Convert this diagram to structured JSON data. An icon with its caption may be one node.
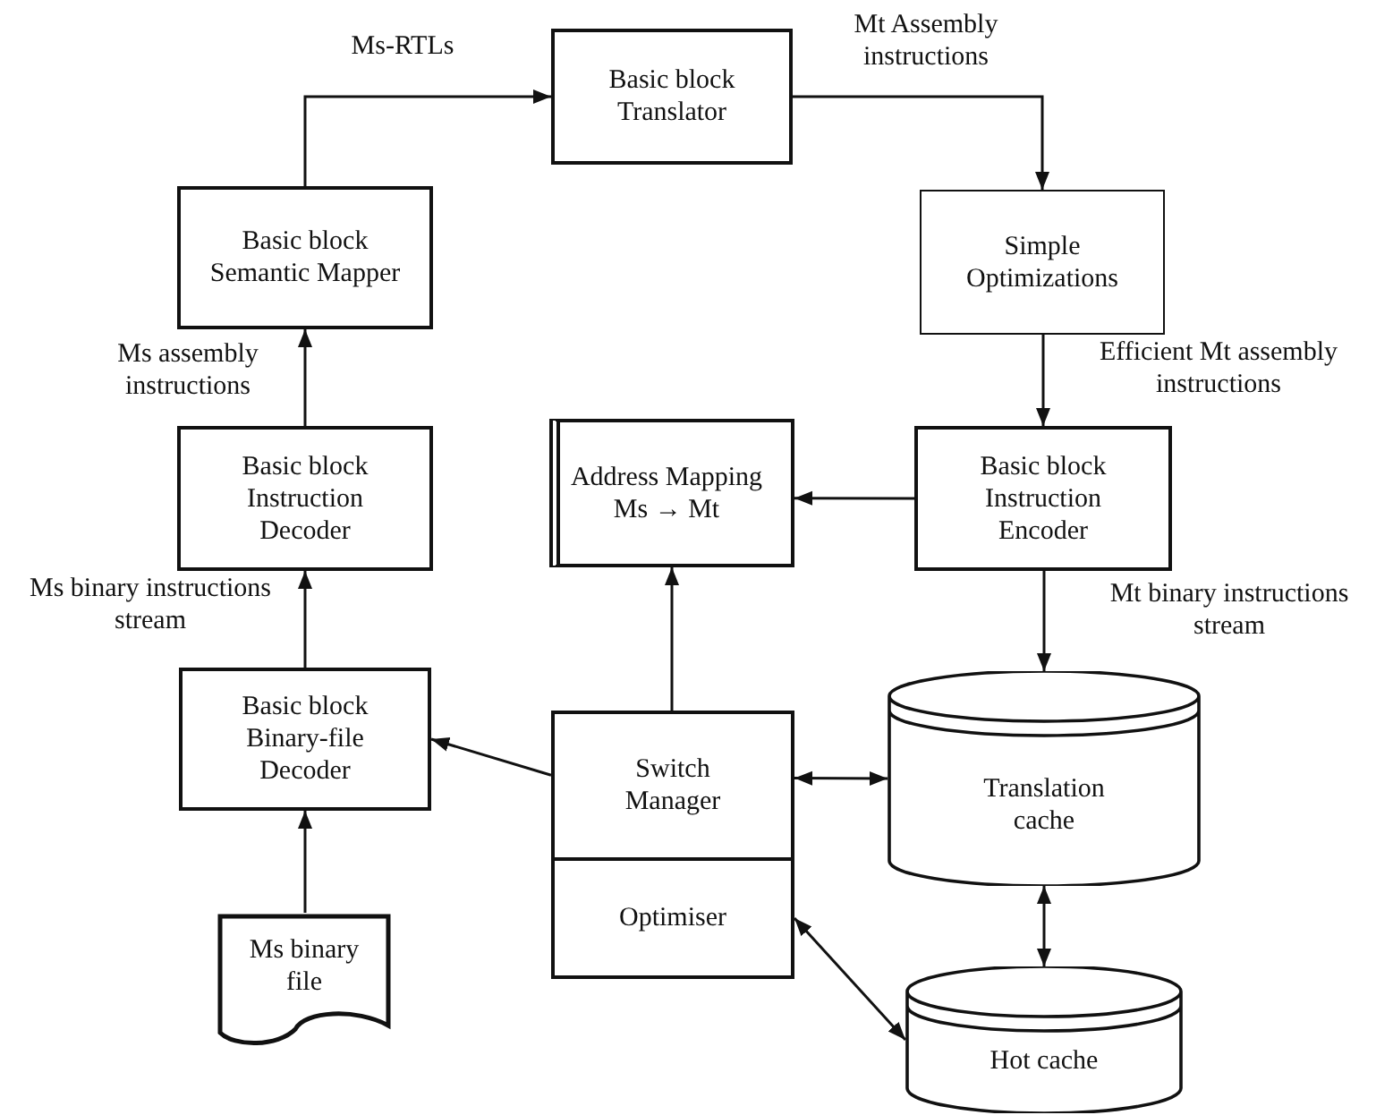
{
  "diagram": {
    "nodes": [
      {
        "text": [
          "Basic block Translator"
        ]
      },
      {
        "text": [
          "Basic block Semantic Mapper"
        ]
      },
      {
        "text": [
          "Simple Optimizations"
        ]
      },
      {
        "text": [
          "Basic block Instruction Decoder"
        ]
      },
      {
        "text": [
          "Address Mapping Ms → Mt"
        ]
      },
      {
        "text": [
          "Basic block Instruction Encoder"
        ]
      },
      {
        "text": [
          "Basic block Binary-file Decoder"
        ]
      },
      {
        "text": [
          "Switch Manager"
        ]
      },
      {
        "text": [
          "Translation cache"
        ]
      },
      {
        "text": [
          "Optimiser"
        ]
      },
      {
        "text": [
          "Hot cache"
        ]
      },
      {
        "text": [
          "Ms binary file"
        ]
      }
    ],
    "edges": [
      {
        "from": 1,
        "to": 0,
        "arrow": "to",
        "label": "Ms-RTLs"
      },
      {
        "from": 0,
        "to": 2,
        "arrow": "to",
        "label": "Mt Assembly instructions"
      },
      {
        "from": 3,
        "to": 1,
        "arrow": "to",
        "label": "Ms assembly instructions"
      },
      {
        "from": 6,
        "to": 3,
        "arrow": "to",
        "label": "Ms binary instructions stream"
      },
      {
        "from": 11,
        "to": 6,
        "arrow": "to"
      },
      {
        "from": 2,
        "to": 5,
        "arrow": "to",
        "label": "Efficient Mt assembly instructions"
      },
      {
        "from": 5,
        "to": 4,
        "arrow": "to"
      },
      {
        "from": 5,
        "to": 8,
        "arrow": "to",
        "label": "Mt binary instructions stream"
      },
      {
        "from": 7,
        "to": 4,
        "arrow": "to"
      },
      {
        "from": 7,
        "to": 6,
        "arrow": "to"
      },
      {
        "from": 7,
        "to": 8,
        "arrow": "both"
      },
      {
        "from": 8,
        "to": 10,
        "arrow": "both"
      },
      {
        "from": 9,
        "to": 10,
        "arrow": "both"
      }
    ]
  }
}
